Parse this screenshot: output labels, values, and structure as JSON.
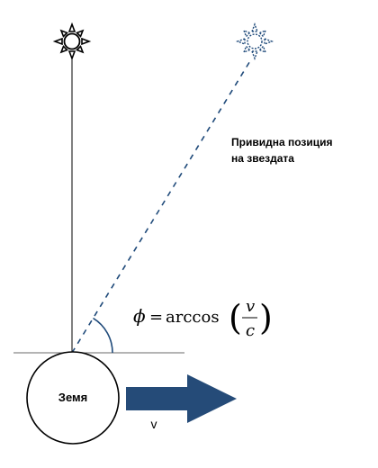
{
  "labels": {
    "apparent_position_line1": "Привидна позиция",
    "apparent_position_line2": "на звездата",
    "earth": "Земя",
    "velocity": "v"
  },
  "formula": {
    "lhs": "ϕ",
    "equals": "=",
    "func": "arccos",
    "numerator": "v",
    "denominator": "c",
    "left_paren": "(",
    "right_paren": ")"
  },
  "icons": {
    "true_star": "star-icon",
    "apparent_star": "star-icon"
  },
  "colors": {
    "true_star": "#000000",
    "apparent_star": "#1f4a7a",
    "dashed_line": "#1f4a7a",
    "angle_arc": "#1f4a7a",
    "velocity_arrow": "#254b78",
    "ground_line": "#888888",
    "earth_outline": "#000000"
  }
}
